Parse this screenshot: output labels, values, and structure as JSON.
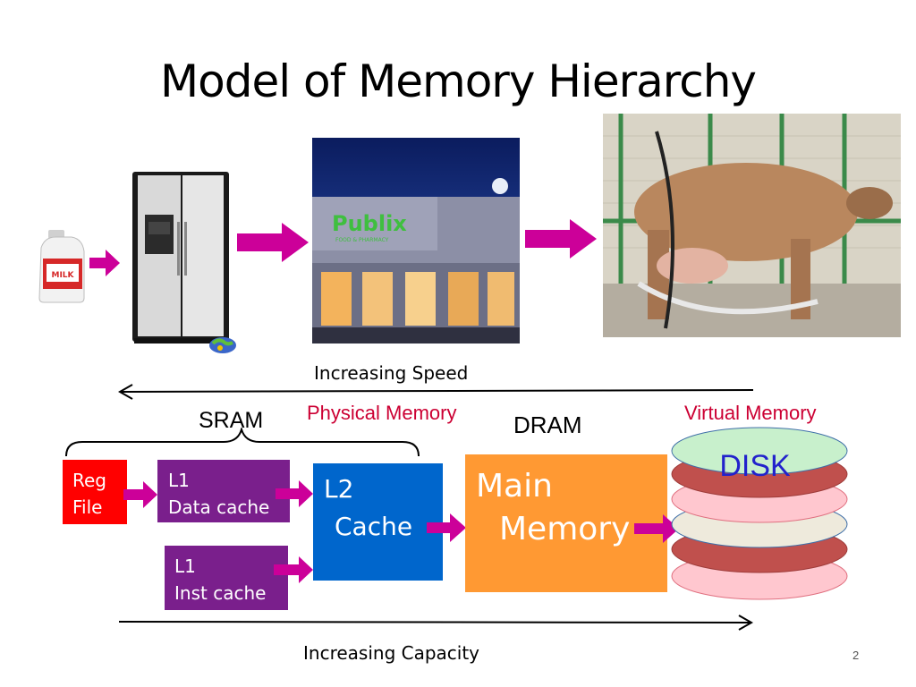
{
  "slide": {
    "title": "Model of Memory Hierarchy",
    "page_number": "2"
  },
  "images": {
    "milk": {
      "label": "MILK"
    },
    "publix": {
      "label": "Publix",
      "sublabel": "FOOD & PHARMACY"
    }
  },
  "labels": {
    "increasing_speed": "Increasing Speed",
    "increasing_capacity": "Increasing Capacity",
    "sram": "SRAM",
    "dram": "DRAM",
    "physical_memory": "Physical Memory",
    "virtual_memory": "Virtual Memory"
  },
  "boxes": {
    "reg_file": {
      "line1": "Reg",
      "line2": "File"
    },
    "l1_data": {
      "line1": "L1",
      "line2": "Data cache"
    },
    "l1_inst": {
      "line1": "L1",
      "line2": "Inst cache"
    },
    "l2": {
      "line1": "L2",
      "line2": "Cache"
    },
    "main_memory": {
      "line1": "Main",
      "line2": "Memory"
    },
    "disk": {
      "label": "DISK"
    }
  },
  "colors": {
    "arrow": "#cc0099",
    "red_label": "#cc0033",
    "reg_file": "#ff0000",
    "l1": "#7a1f8c",
    "l2": "#0066cc",
    "main_memory": "#ff9933",
    "disk_blue": "#2222cc"
  }
}
